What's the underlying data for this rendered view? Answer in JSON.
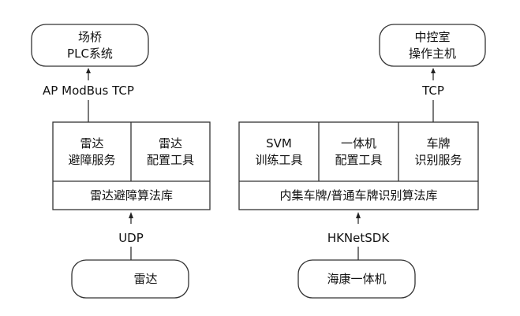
{
  "colors": {
    "stroke": "#333333",
    "text": "#111111",
    "background": "#ffffff"
  },
  "left": {
    "top_node": {
      "line1": "场桥",
      "line2": "PLC系统"
    },
    "link_top": "AP ModBus TCP",
    "service1": {
      "line1": "雷达",
      "line2": "避障服务"
    },
    "service2": {
      "line1": "雷达",
      "line2": "配置工具"
    },
    "library": "雷达避障算法库",
    "link_bottom": "UDP",
    "bottom_node": "雷达"
  },
  "right": {
    "top_node": {
      "line1": "中控室",
      "line2": "操作主机"
    },
    "link_top": "TCP",
    "service1": {
      "line1": "SVM",
      "line2": "训练工具"
    },
    "service2": {
      "line1": "一体机",
      "line2": "配置工具"
    },
    "service3": {
      "line1": "车牌",
      "line2": "识别服务"
    },
    "library": "内集车牌/普通车牌识别算法库",
    "link_bottom": "HKNetSDK",
    "bottom_node": "海康一体机"
  }
}
